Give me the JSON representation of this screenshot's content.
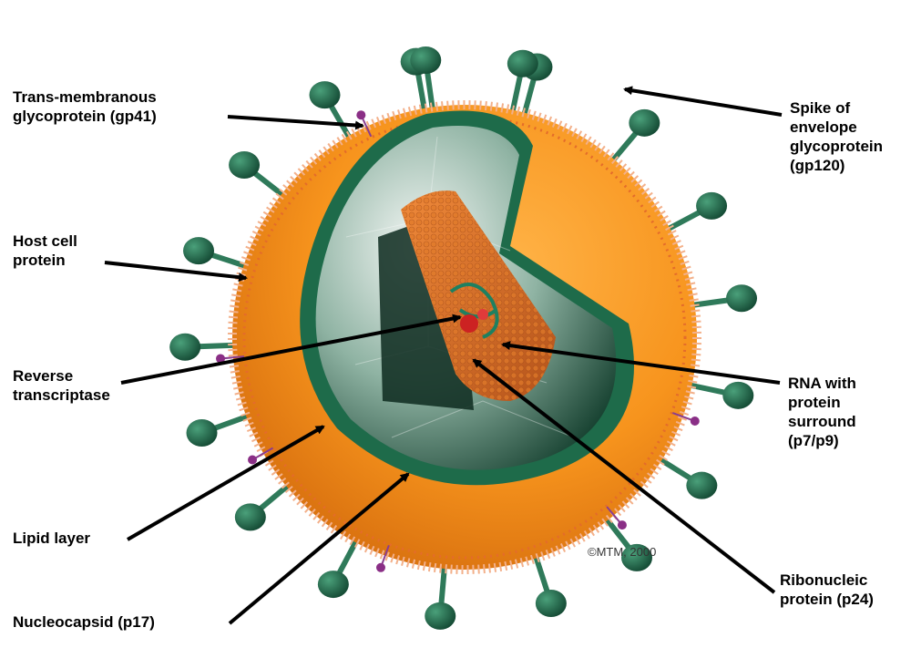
{
  "labels": {
    "gp41": "Trans-membranous\nglycoprotein (gp41)",
    "host": "Host cell\nprotein",
    "rt": "Reverse\ntranscriptase",
    "lipid": "Lipid layer",
    "p17": "Nucleocapsid (p17)",
    "gp120": "Spike of\nenvelope\nglycoprotein\n(gp120)",
    "rna": "RNA with\nprotein\nsurround\n(p7/p9)",
    "p24": "Ribonucleic\nprotein (p24)"
  },
  "credit": "©MTM, 2000",
  "colors": {
    "envelope": "#f7941d",
    "membrane": "#e8823a",
    "matrix": "#1e6b4a",
    "spike": "#2f7a5a",
    "knob": "#1b5e45",
    "core": "#d96a1f",
    "rna": "#cc2222",
    "arrow": "#000000"
  }
}
